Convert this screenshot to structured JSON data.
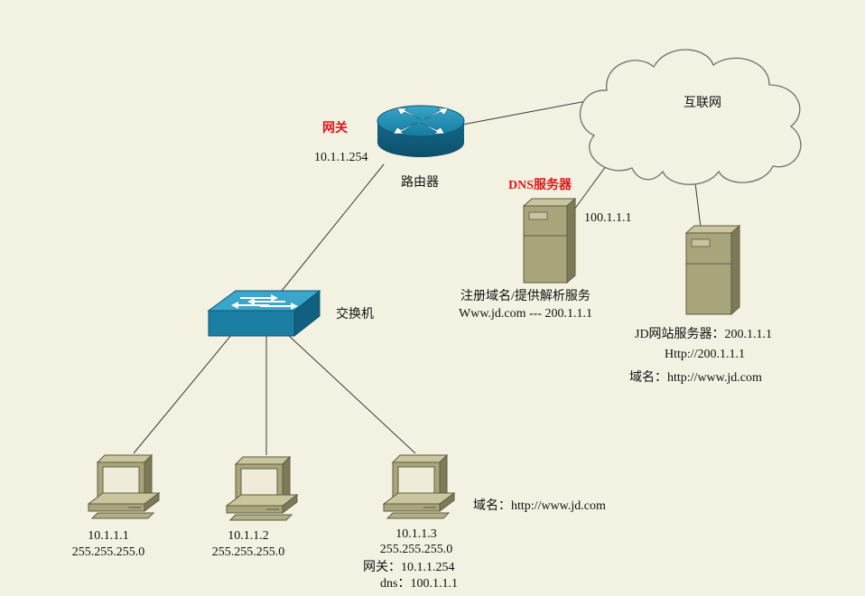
{
  "colors": {
    "background": "#f3f1e1",
    "accent_red": "#e0151b",
    "device_body": "#a9a57b",
    "network_blue": "#1c7fa3"
  },
  "labels": {
    "gateway_title": "网关",
    "gateway_ip": "10.1.1.254",
    "router": "路由器",
    "internet": "互联网",
    "dns_title": "DNS服务器",
    "dns_ip": "100.1.1.1",
    "dns_desc_1": "注册域名/提供解析服务",
    "dns_desc_2": "Www.jd.com --- 200.1.1.1",
    "web_desc_1": "JD网站服务器：200.1.1.1",
    "web_desc_2": "Http://200.1.1.1",
    "web_desc_3": "域名：http://www.jd.com",
    "switch": "交换机",
    "pc_domain": "域名：http://www.jd.com"
  },
  "pcs": [
    {
      "ip": "10.1.1.1",
      "mask": "255.255.255.0"
    },
    {
      "ip": "10.1.1.2",
      "mask": "255.255.255.0"
    },
    {
      "ip": "10.1.1.3",
      "mask": "255.255.255.0",
      "gateway": "网关：10.1.1.254",
      "dns": "dns：100.1.1.1"
    }
  ],
  "icons": [
    "router-icon",
    "switch-icon",
    "cloud-icon",
    "server-icon",
    "pc-icon"
  ]
}
